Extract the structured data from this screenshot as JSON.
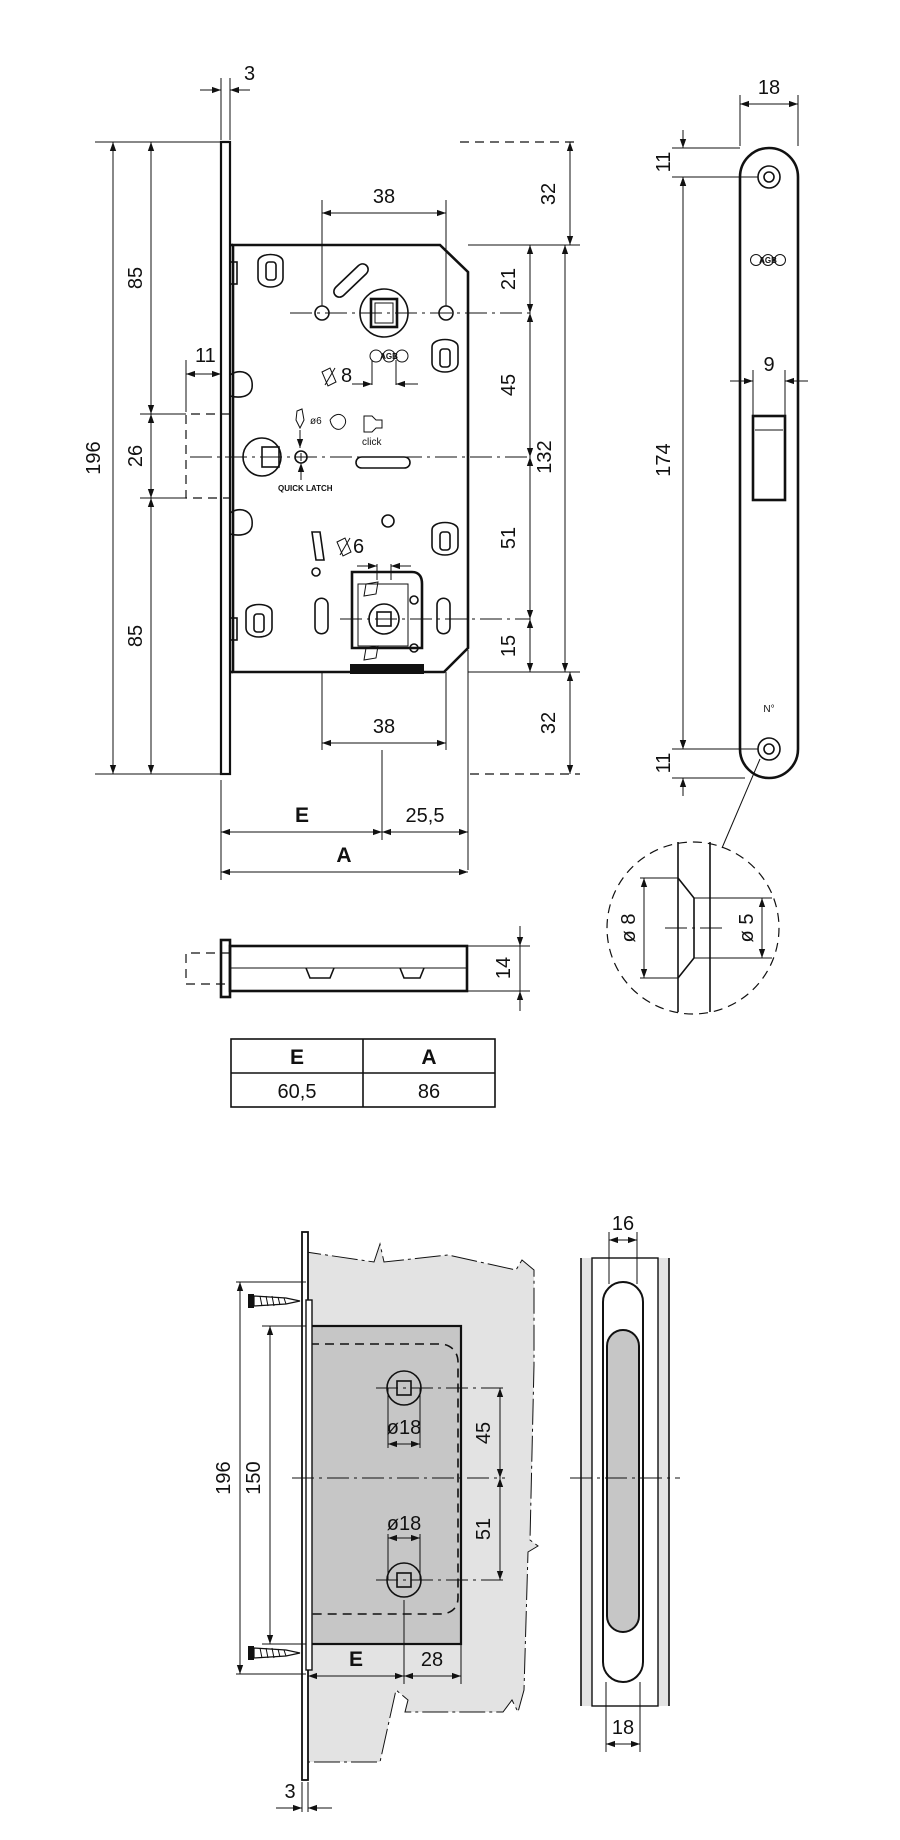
{
  "front_view": {
    "plate_thickness": "3",
    "total_height": "196",
    "upper_span": "85",
    "middle_span": "26",
    "lower_span": "85",
    "latch_projection": "11",
    "hole_spacing_top": "38",
    "hole_spacing_bottom": "38",
    "top_offset": "32",
    "bottom_offset": "32",
    "upper_to_handle": "21",
    "handle_to_latch": "45",
    "latch_to_cylinder": "51",
    "cylinder_to_bottom": "15",
    "case_height": "132",
    "square_top": "8",
    "square_bottom": "6",
    "small_hole": "ø6",
    "click_label": "click",
    "quick_latch_label": "QUICK LATCH",
    "brand_mark": "AGB",
    "backset_label": "E",
    "backset_remainder": "25,5",
    "overall_label": "A"
  },
  "faceplate_view": {
    "width": "18",
    "top_hole_offset": "11",
    "hole_span": "174",
    "bottom_hole_offset": "11",
    "latch_width": "9",
    "number_mark": "N°",
    "brand_mark": "AGB"
  },
  "detail_view": {
    "outer_diameter": "ø 8",
    "inner_diameter": "ø 5"
  },
  "top_view": {
    "thickness": "14"
  },
  "dimension_table": {
    "headers": [
      "E",
      "A"
    ],
    "values": [
      "60,5",
      "86"
    ]
  },
  "install_view": {
    "total_height": "196",
    "screw_span": "150",
    "upper_hole": "ø18",
    "lower_hole": "ø18",
    "upper_offset": "45",
    "lower_offset": "51",
    "backset_label": "E",
    "remainder": "28",
    "plate_thickness": "3"
  },
  "edge_view": {
    "top_width": "16",
    "bottom_width": "18"
  },
  "colors": {
    "line": "#111111",
    "door_fill": "#e3e3e3",
    "cutout_fill": "#c6c6c6"
  }
}
